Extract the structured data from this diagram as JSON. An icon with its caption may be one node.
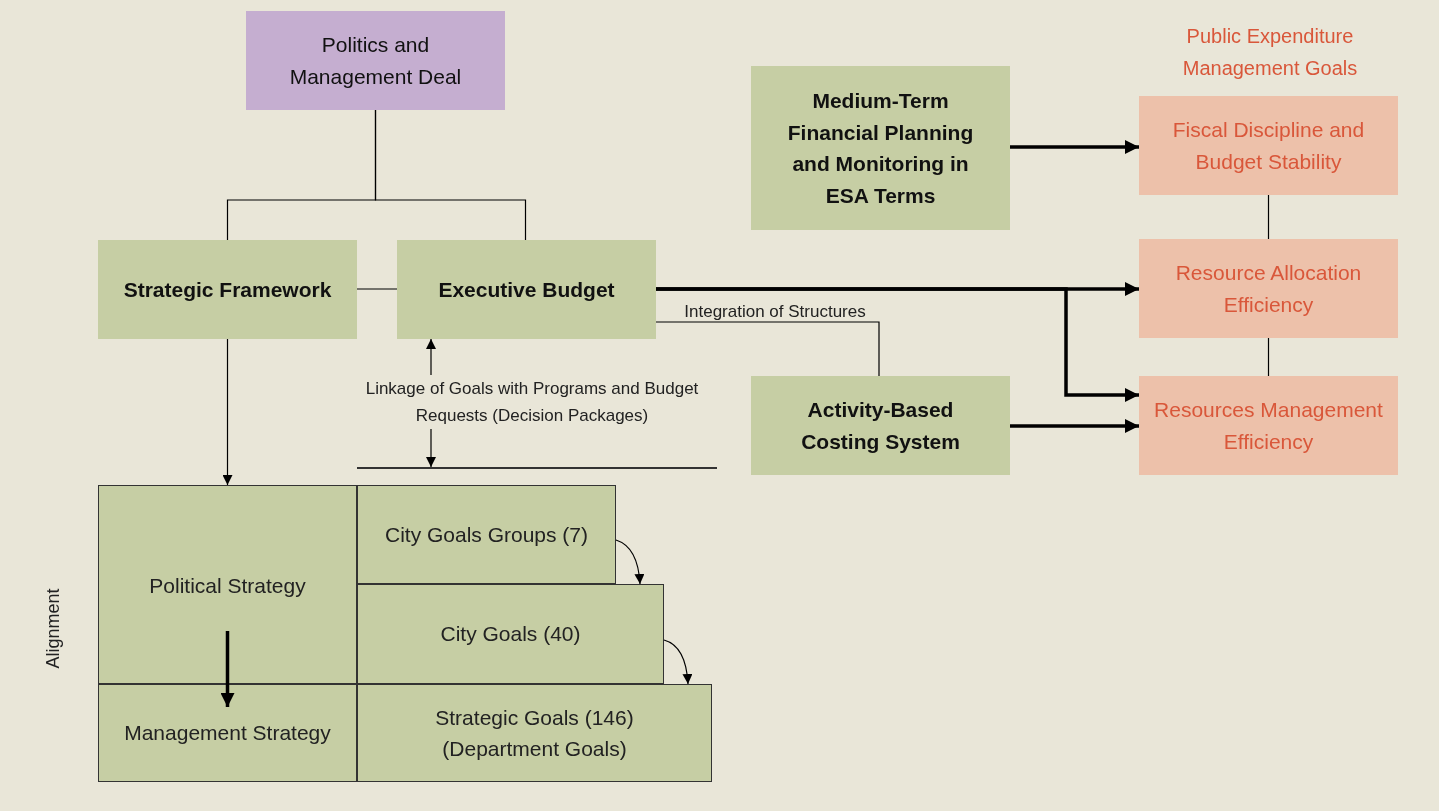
{
  "diagram": {
    "nodes": [
      {
        "text": [
          "Politics and Management Deal"
        ]
      },
      {
        "text": [
          "Strategic Framework"
        ]
      },
      {
        "text": [
          "Executive Budget"
        ]
      },
      {
        "text": [
          "Medium-Term Financial Planning and Monitoring in ESA Terms"
        ]
      },
      {
        "text": [
          "Activity-Based Costing System"
        ]
      },
      {
        "text": [
          "Fiscal Discipline and Budget Stability"
        ]
      },
      {
        "text": [
          "Resource Allocation Efficiency"
        ]
      },
      {
        "text": [
          "Resources Management Efficiency"
        ]
      },
      {
        "text": [
          "Political Strategy"
        ]
      },
      {
        "text": [
          "Management Strategy"
        ]
      },
      {
        "text": [
          "City Goals Groups (7)"
        ]
      },
      {
        "text": [
          "City Goals (40)"
        ]
      },
      {
        "text": [
          "Strategic Goals (146) (Department Goals)"
        ]
      },
      {
        "text": [],
        "shape": "bar"
      }
    ],
    "edges": [
      {
        "from": 0,
        "to": 1,
        "arrow": "none"
      },
      {
        "from": 0,
        "to": 2,
        "arrow": "none"
      },
      {
        "from": 1,
        "to": 2,
        "arrow": "none"
      },
      {
        "from": 1,
        "to": 8,
        "arrow": "to"
      },
      {
        "from": 2,
        "to": 13,
        "arrow": "both",
        "label": "Linkage of Goals with Programs and Budget Requests (Decision Packages)"
      },
      {
        "from": 2,
        "to": 4,
        "arrow": "none",
        "label": "Integration of Structures"
      },
      {
        "from": 3,
        "to": 5,
        "arrow": "to",
        "style": "thick"
      },
      {
        "from": 2,
        "to": 6,
        "arrow": "to",
        "style": "thick"
      },
      {
        "from": 2,
        "to": 7,
        "arrow": "to",
        "style": "thick"
      },
      {
        "from": 4,
        "to": 7,
        "arrow": "to",
        "style": "thick"
      },
      {
        "from": 5,
        "to": 6,
        "arrow": "none"
      },
      {
        "from": 6,
        "to": 7,
        "arrow": "none"
      },
      {
        "from": 10,
        "to": 11,
        "arrow": "to"
      },
      {
        "from": 11,
        "to": 12,
        "arrow": "to"
      },
      {
        "from": 8,
        "to": 9,
        "arrow": "to",
        "style": "thick"
      }
    ],
    "labels": [
      "Public Expenditure Management Goals",
      "Alignment"
    ]
  }
}
